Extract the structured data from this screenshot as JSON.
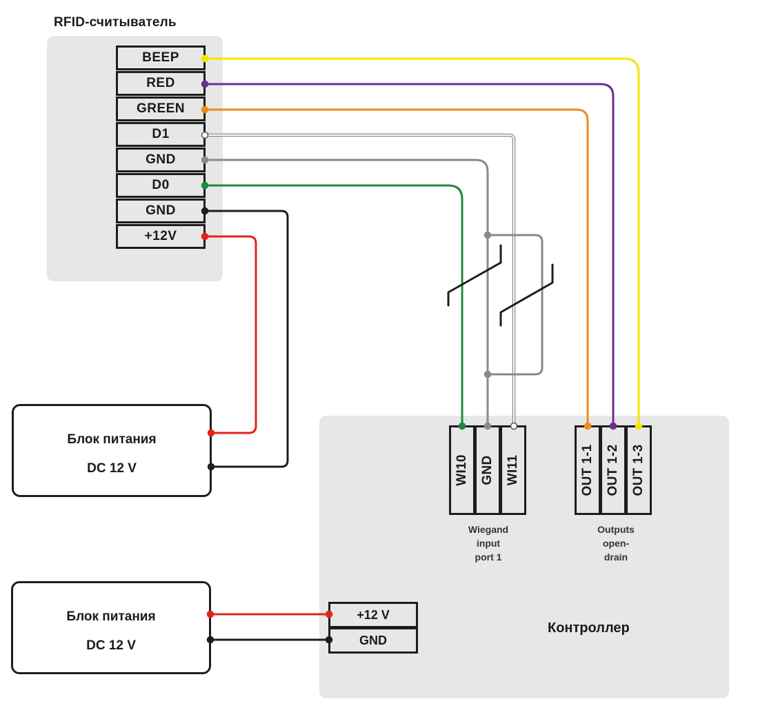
{
  "reader": {
    "title": "RFID-считыватель",
    "pins": [
      "BEEP",
      "RED",
      "GREEN",
      "D1",
      "GND",
      "D0",
      "GND",
      "+12V"
    ]
  },
  "psu_top": {
    "line1": "Блок питания",
    "line2": "DC 12 V"
  },
  "psu_bottom": {
    "line1": "Блок питания",
    "line2": "DC 12 V"
  },
  "controller": {
    "label": "Контроллер",
    "wiegand_terminals": [
      "WI10",
      "GND",
      "WI11"
    ],
    "wiegand_caption": [
      "Wiegand",
      "input",
      "port 1"
    ],
    "output_terminals": [
      "OUT 1-1",
      "OUT 1-2",
      "OUT 1-3"
    ],
    "output_caption": [
      "Outputs",
      "open-",
      "drain"
    ],
    "power_terminals": [
      "+12 V",
      "GND"
    ]
  },
  "colors": {
    "beep": "#f3e500",
    "red": "#6b2d8f",
    "green_led": "#ef8a1e",
    "d1": "#ffffff",
    "gnd_signal": "#8a8a8a",
    "d0": "#1f8a3d",
    "gnd_power": "#1d1d1b",
    "plus12": "#e3231b",
    "panel": "#e6e7e6"
  }
}
